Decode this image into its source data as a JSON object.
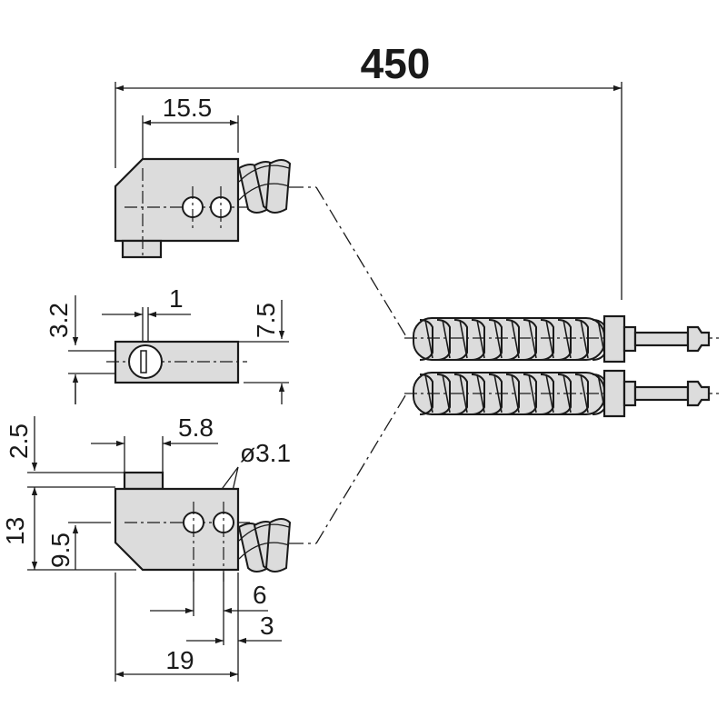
{
  "dimensions": {
    "total_length": "450",
    "top_width": "15.5",
    "mid_height": "3.2",
    "mid_gap": "1",
    "mid_right": "7.5",
    "bottom_top_offset": "2.5",
    "bottom_tab": "5.8",
    "hole_diameter": "ø3.1",
    "height_13": "13",
    "height_9_5": "9.5",
    "dist_6": "6",
    "dist_3": "3",
    "width_19": "19"
  },
  "colors": {
    "ink": "#1a1a1a",
    "body": "#dcdcdc",
    "background": "#ffffff"
  }
}
